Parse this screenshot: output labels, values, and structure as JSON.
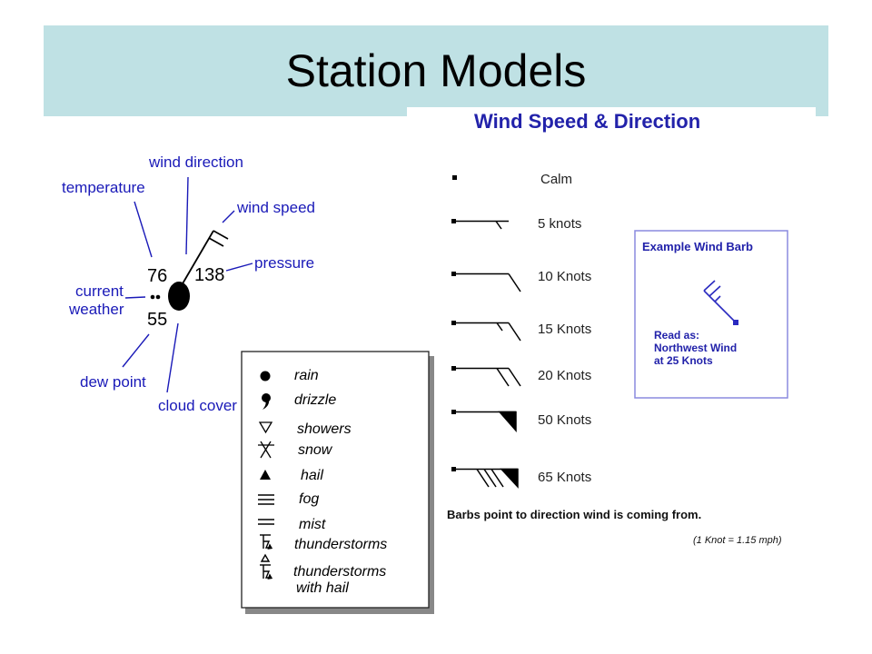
{
  "title": "Station Models",
  "station_model": {
    "labels": {
      "temperature": "temperature",
      "wind_direction": "wind direction",
      "wind_speed": "wind speed",
      "pressure": "pressure",
      "current_weather_line1": "current",
      "current_weather_line2": "weather",
      "dew_point": "dew point",
      "cloud_cover": "cloud cover"
    },
    "values": {
      "temperature": "76",
      "pressure": "138",
      "dew_point": "55"
    },
    "colors": {
      "label": "#1a1ab8",
      "value": "#000000"
    }
  },
  "weather_symbols": [
    {
      "icon": "rain-dot-icon",
      "label": "rain"
    },
    {
      "icon": "drizzle-comma-icon",
      "label": "drizzle"
    },
    {
      "icon": "showers-triangle-icon",
      "label": "showers"
    },
    {
      "icon": "snow-star-icon",
      "label": "snow"
    },
    {
      "icon": "hail-triangle-icon",
      "label": "hail"
    },
    {
      "icon": "fog-lines-icon",
      "label": "fog"
    },
    {
      "icon": "mist-lines-icon",
      "label": "mist"
    },
    {
      "icon": "thunderstorm-icon",
      "label": "thunderstorms"
    },
    {
      "icon": "thunderstorm-hail-icon",
      "label": "thunderstorms",
      "label2": "with hail"
    }
  ],
  "wind": {
    "title": "Wind Speed & Direction",
    "rows": [
      {
        "label": "Calm"
      },
      {
        "label": "5 knots"
      },
      {
        "label": "10 Knots"
      },
      {
        "label": "15 Knots"
      },
      {
        "label": "20 Knots"
      },
      {
        "label": "50 Knots"
      },
      {
        "label": "65 Knots"
      }
    ],
    "example": {
      "title": "Example Wind Barb",
      "read1": "Read as:",
      "read2": "Northwest Wind",
      "read3": "at 25 Knots"
    },
    "note": "Barbs point to direction wind is coming from.",
    "conversion": "(1 Knot = 1.15 mph)"
  }
}
